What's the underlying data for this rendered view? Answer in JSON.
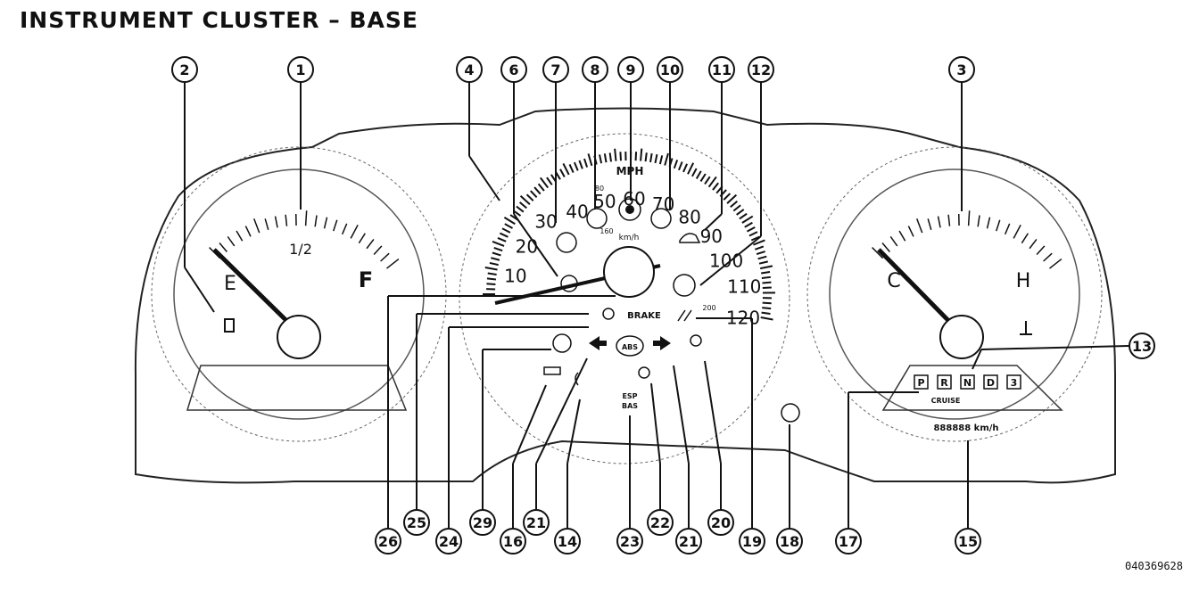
{
  "title": "INSTRUMENT CLUSTER – BASE",
  "figure_code": "040369628",
  "fuel_gauge": {
    "empty": "E",
    "half": "1/2",
    "full": "F"
  },
  "temp_gauge": {
    "cold": "C",
    "hot": "H"
  },
  "speedometer": {
    "unit_top": "MPH",
    "unit_bottom": "km/h",
    "mph_labels": [
      "10",
      "20",
      "30",
      "40",
      "50",
      "60",
      "70",
      "80",
      "90",
      "100",
      "110",
      "120"
    ],
    "kmh_labels": [
      "80",
      "160",
      "200"
    ]
  },
  "indicators": {
    "brake": "BRAKE",
    "esp_bas": [
      "ESP",
      "BAS"
    ],
    "abs": "ABS",
    "cruise": "CRUISE",
    "prndl": [
      "P",
      "R",
      "N",
      "D",
      "3"
    ],
    "odometer": "888888 km/h"
  },
  "callouts": {
    "top": [
      "2",
      "1",
      "4",
      "6",
      "7",
      "8",
      "9",
      "10",
      "11",
      "12",
      "3",
      "13"
    ],
    "bottom": [
      "26",
      "25",
      "24",
      "29",
      "16",
      "21",
      "14",
      "23",
      "22",
      "21",
      "20",
      "19",
      "18",
      "17",
      "15"
    ]
  }
}
